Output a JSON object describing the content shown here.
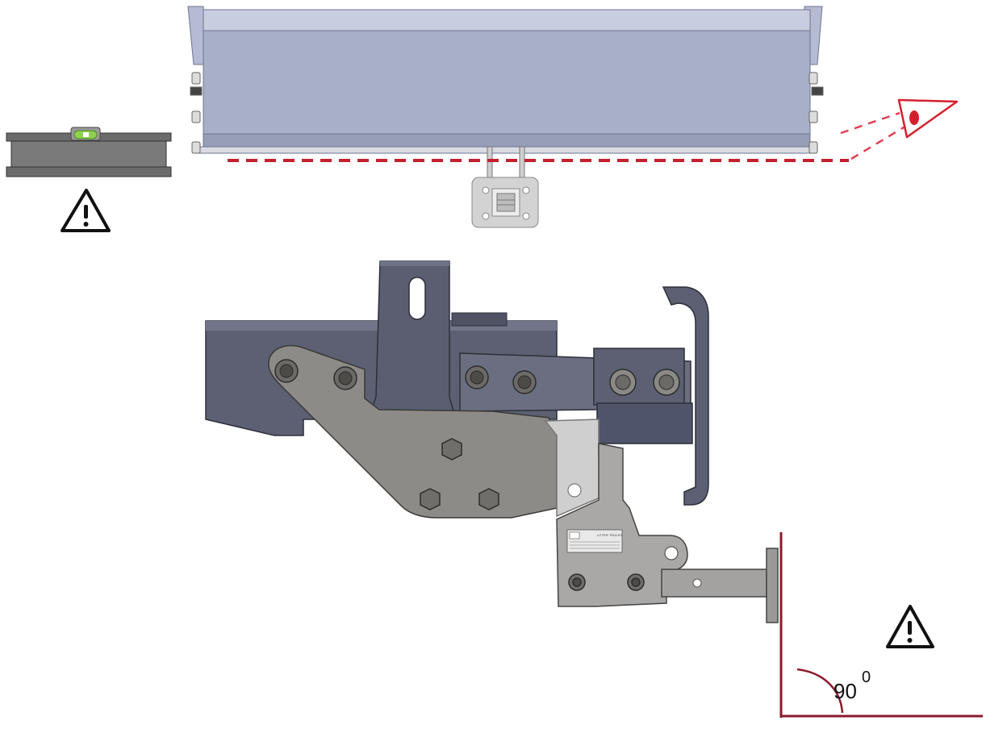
{
  "angle": {
    "value": "90",
    "superscript": "0"
  },
  "nameplate": {
    "lines": [
      "LITTER TRUCKS",
      "",
      "",
      "",
      ""
    ]
  },
  "icons": [
    "warning-triangle-icon",
    "eye-icon",
    "spirit-level-icon"
  ],
  "colors": {
    "frame_blue": "#a8afc8",
    "dark_steel": "#5c6072",
    "bracket_grey": "#8d8b87",
    "light_grey": "#c7c7c7",
    "sight_line_red": "#c4202e",
    "angle_line": "#8b1a2b",
    "level_green": "#8fd14f"
  }
}
